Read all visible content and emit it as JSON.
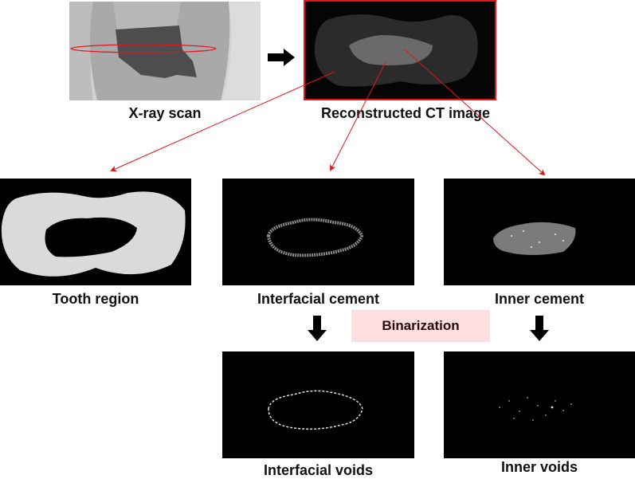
{
  "figure": {
    "steps": {
      "xray": {
        "label": "X-ray scan"
      },
      "ct": {
        "label": "Reconstructed CT image"
      },
      "tooth": {
        "label": "Tooth region"
      },
      "interfacial_cement": {
        "label": "Interfacial cement"
      },
      "inner_cement": {
        "label": "Inner cement"
      },
      "interfacial_voids": {
        "label": "Interfacial voids"
      },
      "inner_voids": {
        "label": "Inner voids"
      }
    },
    "process": {
      "binarization_label": "Binarization"
    },
    "colors": {
      "arrow_red": "#e3161c",
      "arrow_black": "#000000",
      "binarization_bg": "#fddfe0",
      "ct_border": "#e3161c"
    }
  }
}
